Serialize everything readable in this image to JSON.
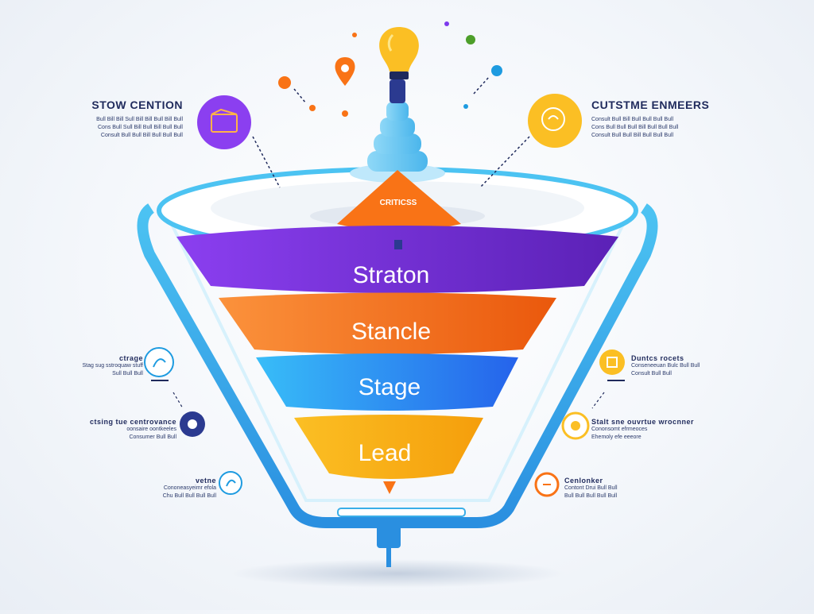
{
  "top_left": {
    "title": "STOW CENTION",
    "lines": [
      "Bull Bill Bill Sull Bill Bill Bull Bill Bull",
      "Cons Bull Sull Bill Bull Bill Bull Bull",
      "Consult Bull Bull Bill Bull Bull Bull"
    ]
  },
  "top_right": {
    "title": "CUTSTME ENMEERS",
    "lines": [
      "Consult Bull Bill Bull Bull Bull Bull",
      "Cons Bull Bull Bull Bill Bull Bull Bull",
      "Consult Bull Bull Bill Bull Bull Bull"
    ]
  },
  "peak_label": "CRITICSS",
  "bands": [
    "Straton",
    "Stancle",
    "Stage",
    "Lead"
  ],
  "left_items": [
    {
      "title": "ctrage",
      "lines": [
        "Stag sug sstroquaw stuff",
        "Sull Bull Bull"
      ]
    },
    {
      "title": "ctsing tue centrovance",
      "lines": [
        "oonsaire oontkeeles",
        "Consumer Bull Bull"
      ]
    },
    {
      "title": "vetne",
      "lines": [
        "Cononeasyeimr efola",
        "Chu Bull Bull Bull Bull"
      ]
    }
  ],
  "right_items": [
    {
      "title": "Duntcs rocets",
      "lines": [
        "Conseneeuan Bulc Bull Bull",
        "Consult Bull Bull"
      ]
    },
    {
      "title": "Stalt sne ouvrtue wrocnner",
      "lines": [
        "Cononsomt efrmeoces",
        "Ehemoly efe eeeore"
      ]
    },
    {
      "title": "Cenlonker",
      "lines": [
        "Contont Drui Bull Bull",
        "Bull Bull Bull Bull Bull"
      ]
    }
  ],
  "colors": {
    "purple": "#7c3aed",
    "orange": "#f97316",
    "blue": "#1e9be0",
    "yellow": "#fbbf24",
    "navy": "#1f2a5c",
    "frame": "#3aaee8"
  },
  "icons": {
    "top_left": "folder-icon",
    "top_right": "brain-icon",
    "bulb": "lightbulb-icon"
  }
}
